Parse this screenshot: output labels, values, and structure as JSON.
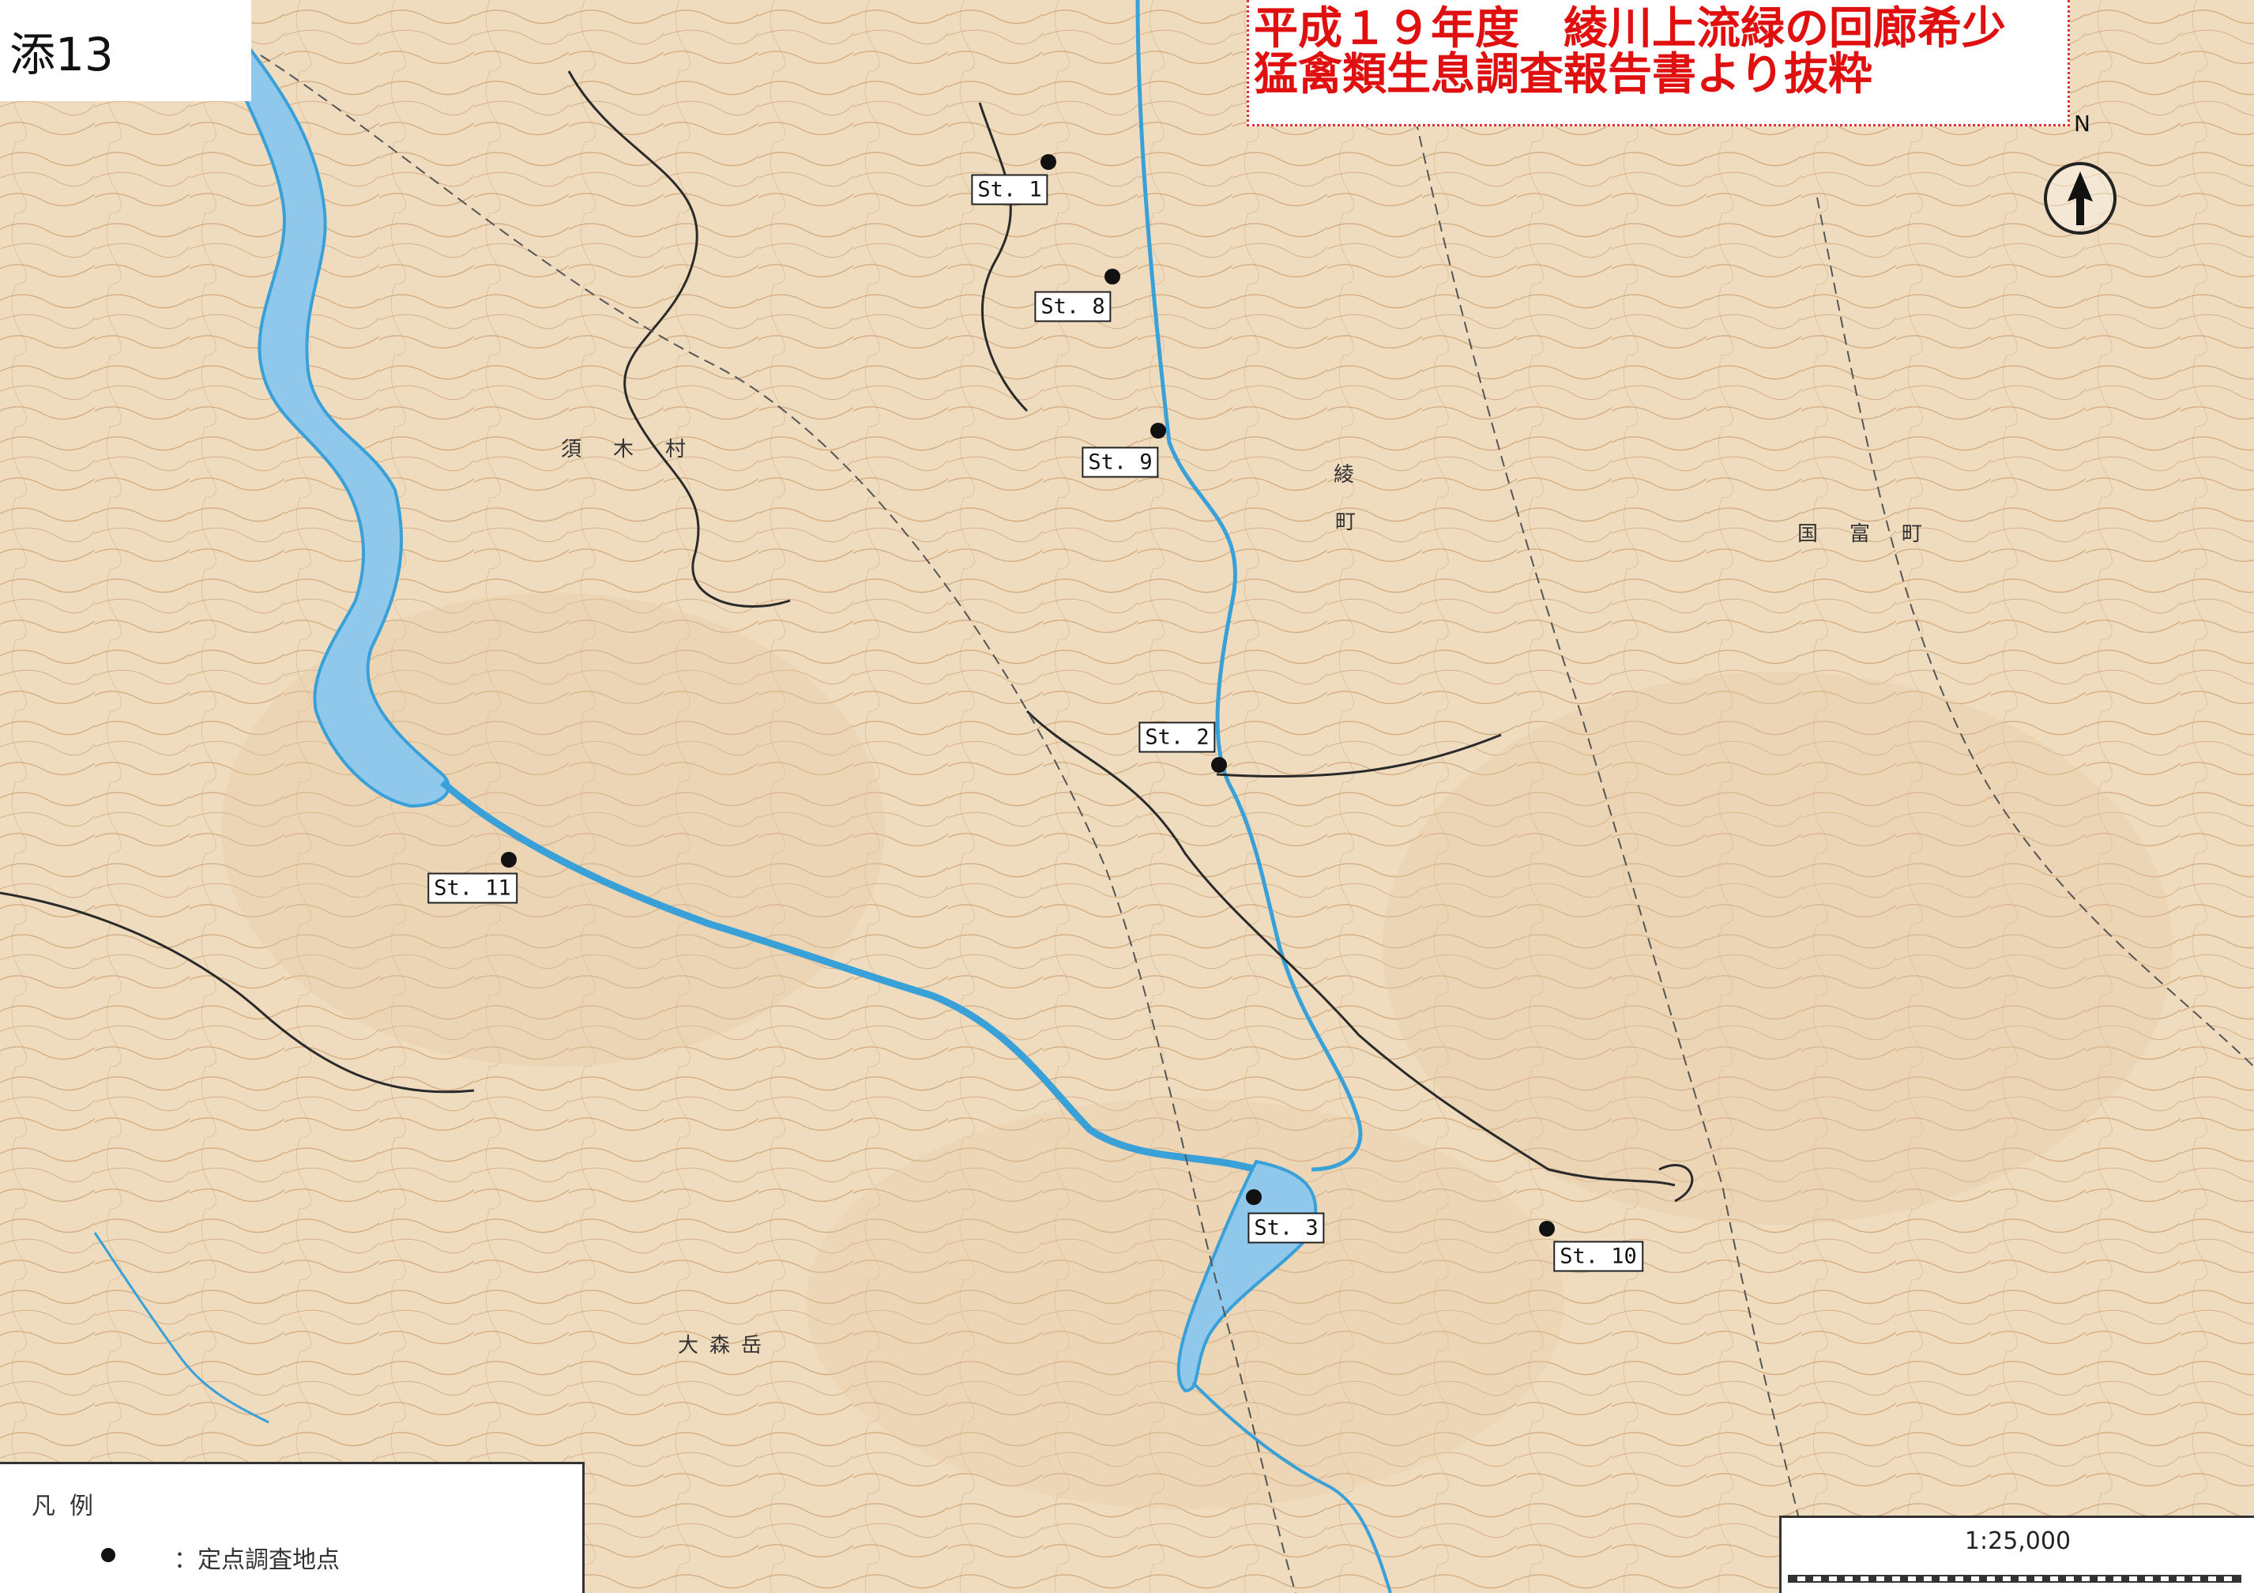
{
  "doc_label": "添13",
  "source_note": {
    "line1": "平成１９年度　綾川上流緑の回廊希少",
    "line2": "猛禽類生息調査報告書より抜粋"
  },
  "colors": {
    "land": "#efdcbf",
    "contour": "#c99a6a",
    "water": "#8fc8ea",
    "river_line": "#3aa0d8",
    "road": "#2a2a2a",
    "accent_red": "#e01010"
  },
  "north_label": "N",
  "north_icon": "north-arrow-icon",
  "stations": [
    {
      "id": "st1",
      "label": "St. 1"
    },
    {
      "id": "st8",
      "label": "St. 8"
    },
    {
      "id": "st9",
      "label": "St. 9"
    },
    {
      "id": "st2",
      "label": "St. 2"
    },
    {
      "id": "st11",
      "label": "St. 11"
    },
    {
      "id": "st3",
      "label": "St. 3"
    },
    {
      "id": "st10",
      "label": "St. 10"
    }
  ],
  "place_names": {
    "sugi": "須木村",
    "aya_1": "綾",
    "aya_2": "町",
    "kunitomi": "国富町",
    "omoridake": "大森岳"
  },
  "legend": {
    "title": "凡例",
    "item": "：定点調査地点"
  },
  "scale": {
    "ratio": "1:25,000"
  }
}
